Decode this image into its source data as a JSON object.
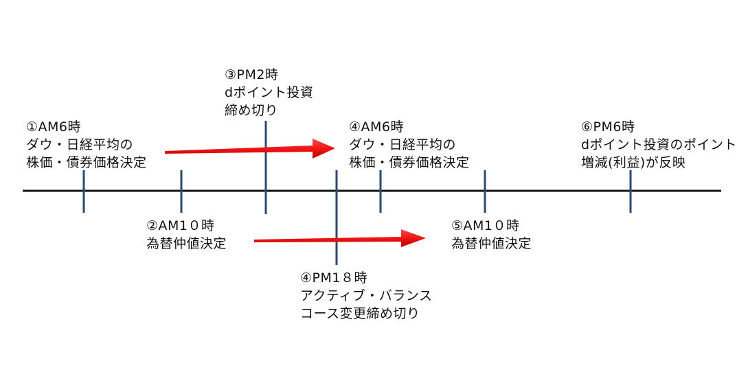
{
  "colors": {
    "axis": "#111111",
    "tick": "#2b4a72",
    "arrow": "#ee1111",
    "text": "#111111"
  },
  "labels": {
    "e1": {
      "line1": "①AM6時",
      "line2": "ダウ・日経平均の",
      "line3": "株価・債券価格決定"
    },
    "e2": {
      "line1": "②AM1０時",
      "line2": "為替仲値決定"
    },
    "e3": {
      "line1": "③PM2時",
      "line2": "dポイント投資",
      "line3": "締め切り"
    },
    "e4a": {
      "line1": "④AM6時",
      "line2": "ダウ・日経平均の",
      "line3": "株価・債券価格決定"
    },
    "e4b": {
      "line1": "④PM1８時",
      "line2": "アクティブ・バランス",
      "line3": "コース変更締め切り"
    },
    "e5": {
      "line1": "⑤AM1０時",
      "line2": "為替仲値決定"
    },
    "e6": {
      "line1": "⑥PM6時",
      "line2": "dポイント投資のポイント",
      "line3": "増減(利益)が反映"
    }
  }
}
